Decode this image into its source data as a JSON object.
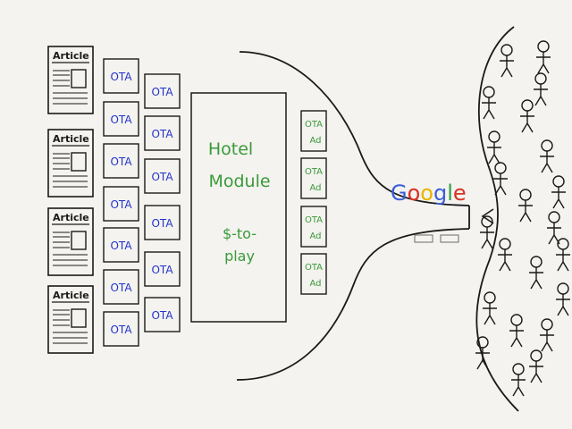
{
  "colors": {
    "ink": "#1a1a1a",
    "ota_blue": "#2233cc",
    "module_green": "#3a9a3a",
    "google_blue": "#3b5ed8",
    "google_red": "#d93025",
    "google_yellow": "#e8b400",
    "google_green": "#2e9e44",
    "paper": "#f4f3ef"
  },
  "articles": [
    {
      "label": "Article"
    },
    {
      "label": "Article"
    },
    {
      "label": "Article"
    },
    {
      "label": "Article"
    }
  ],
  "ota_col1": [
    {
      "label": "OTA"
    },
    {
      "label": "OTA"
    },
    {
      "label": "OTA"
    },
    {
      "label": "OTA"
    },
    {
      "label": "OTA"
    },
    {
      "label": "OTA"
    },
    {
      "label": "OTA"
    }
  ],
  "ota_col2": [
    {
      "label": "OTA"
    },
    {
      "label": "OTA"
    },
    {
      "label": "OTA"
    },
    {
      "label": "OTA"
    },
    {
      "label": "OTA"
    },
    {
      "label": "OTA"
    }
  ],
  "hotel_module": {
    "line1": "Hotel",
    "line2": "Module",
    "line3": "$-to-",
    "line4": "play"
  },
  "ota_ads": [
    {
      "line1": "OTA",
      "line2": "Ad"
    },
    {
      "line1": "OTA",
      "line2": "Ad"
    },
    {
      "line1": "OTA",
      "line2": "Ad"
    },
    {
      "line1": "OTA",
      "line2": "Ad"
    }
  ],
  "google": {
    "letters": [
      "G",
      "o",
      "o",
      "g",
      "l",
      "e"
    ]
  },
  "people_count": 22
}
